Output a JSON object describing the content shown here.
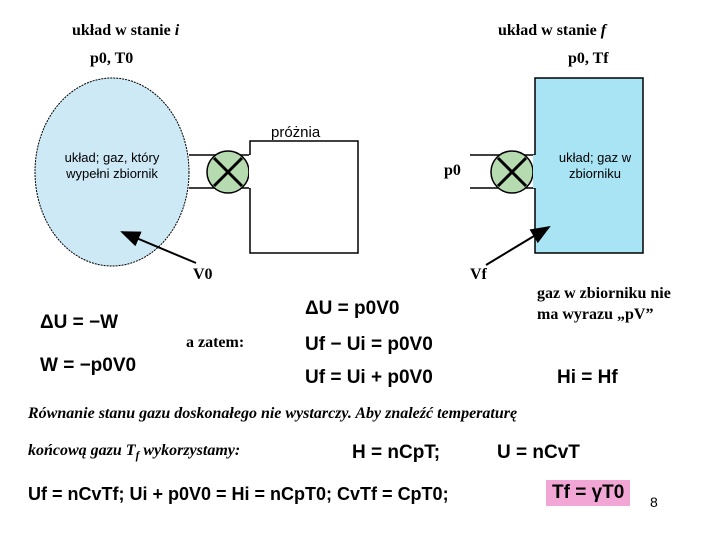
{
  "header": {
    "left_title_prefix": "układ w stanie ",
    "left_title_var": "i",
    "right_title_prefix": "układ w stanie ",
    "right_title_var": "f",
    "left_state": "p0, T0",
    "right_state": "p0, Tf"
  },
  "diagram": {
    "vacuum_label": "próżnia",
    "left_gas_label": "układ; gaz, który wypełni zbiornik",
    "right_gas_label": "układ; gaz w zbiorniku",
    "pressure_label": "p0",
    "v0_label": "V0",
    "vf_label": "Vf",
    "colors": {
      "gas_fill": "#cde9f6",
      "tank_fill": "#a9e4f5",
      "stroke": "#000000"
    }
  },
  "equations": {
    "delta_u_w": "ΔU = −W",
    "w_def": "W = −p0V0",
    "then_label": "a zatem:",
    "delta_u": "ΔU = p0V0",
    "uf_minus_ui": "Uf − Ui = p0V0",
    "uf_eq": "Uf = Ui + p0V0",
    "note": "gaz w zbiorniku nie ma wyrazu „pV”",
    "hi_hf": "Hi = Hf",
    "sentence_line1": "Równanie stanu gazu doskonałego nie wystarczy. Aby znaleźć temperaturę",
    "sentence_line2_prefix": "końcową gazu T",
    "sentence_line2_sub": "f",
    "sentence_line2_suffix": " wykorzystamy:",
    "enthalpy": "H = nCpT;",
    "energy": "U = nCvT",
    "final_chain": "Uf = nCvTf;  Ui + p0V0 = Hi = nCpT0;  CvTf = CpT0;",
    "result": "Tf = γT0",
    "result_bg": "#f2a6d6"
  },
  "footer": {
    "page_number": "8"
  }
}
